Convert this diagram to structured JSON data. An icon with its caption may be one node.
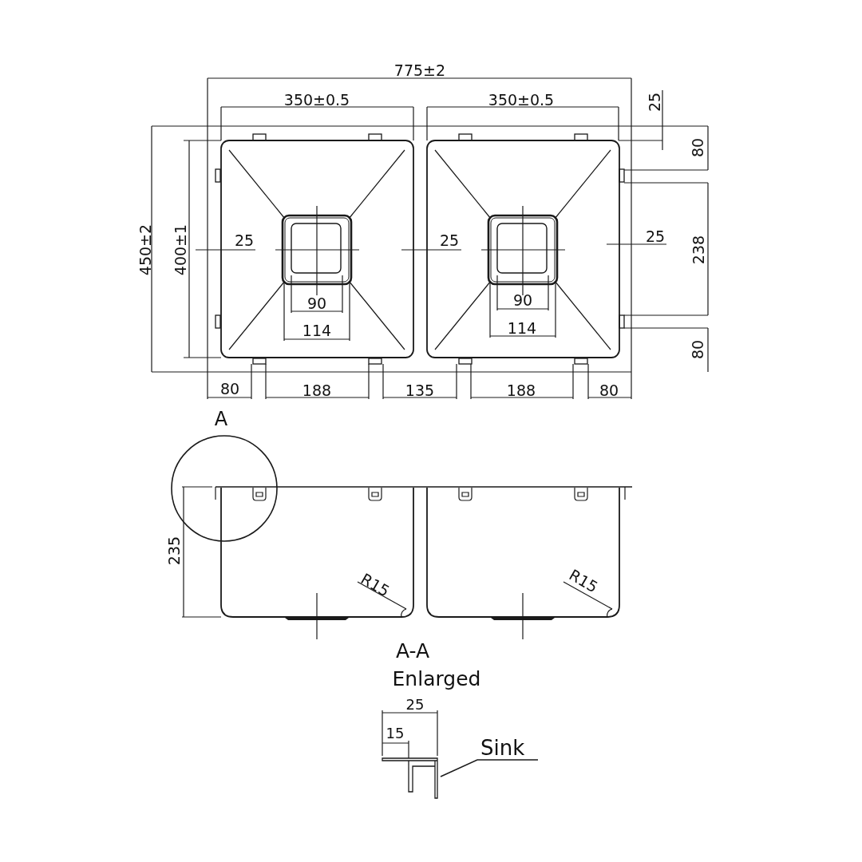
{
  "diagram": {
    "nodes": [
      {
        "text": [
          "Sink"
        ]
      },
      {
        "text": [],
        "shape": "picture"
      }
    ],
    "edges": [
      {
        "from": 0,
        "to": 1,
        "arrow": "none"
      }
    ],
    "labels": [
      "775±2",
      "350±0.5",
      "350±0.5",
      "25",
      "80",
      "450±2",
      "400±1",
      "25",
      "25",
      "25",
      "238",
      "90",
      "90",
      "114",
      "114",
      "80",
      "80",
      "188",
      "135",
      "188",
      "80",
      "A",
      "235",
      "R15",
      "R15",
      "A-A",
      "Enlarged",
      "25",
      "15"
    ]
  }
}
